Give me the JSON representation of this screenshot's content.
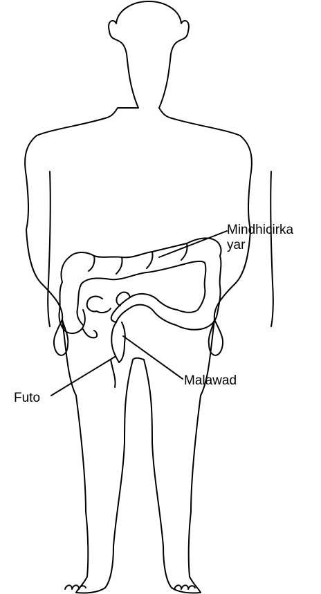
{
  "labels": {
    "colon_line1": "Mindhicirka",
    "colon_line2": "yar",
    "rectum": "Malawad",
    "anus": "Futo"
  },
  "colors": {
    "outline": "#000000",
    "background": "#ffffff"
  }
}
